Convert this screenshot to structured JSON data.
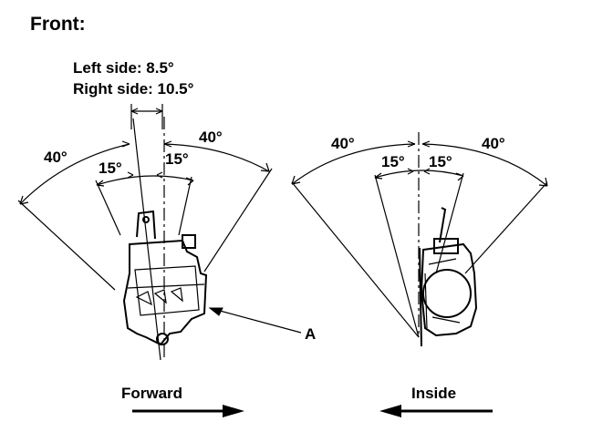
{
  "title": "Front:",
  "left_view": {
    "tilt_note_line1": "Left side: 8.5°",
    "tilt_note_line2": "Right side: 10.5°",
    "angle_outer_left": "40°",
    "angle_outer_right": "40°",
    "angle_inner_left": "15°",
    "angle_inner_right": "15°",
    "callout": "A",
    "direction_label": "Forward",
    "direction": "right"
  },
  "right_view": {
    "angle_outer_left": "40°",
    "angle_outer_right": "40°",
    "angle_inner_left": "15°",
    "angle_inner_right": "15°",
    "direction_label": "Inside",
    "direction": "left"
  }
}
